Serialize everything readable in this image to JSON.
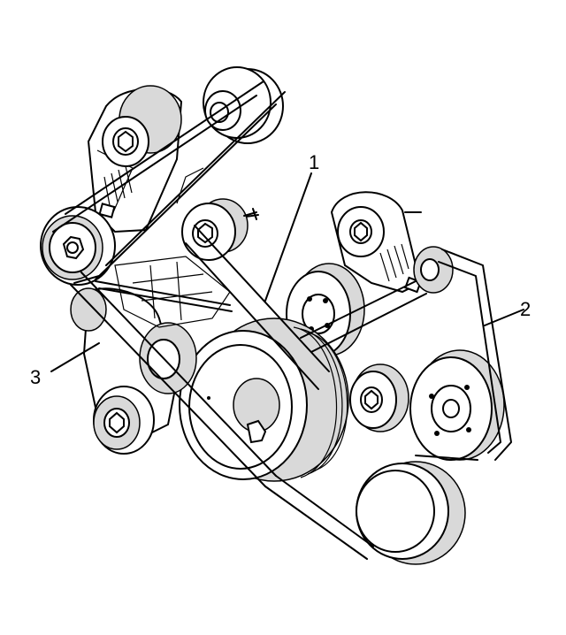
{
  "callouts": [
    {
      "id": "1",
      "label": "1"
    },
    {
      "id": "2",
      "label": "2"
    },
    {
      "id": "3",
      "label": "3"
    }
  ],
  "colors": {
    "line": "#000000",
    "background": "#ffffff",
    "shade": "#d9d9d9"
  }
}
